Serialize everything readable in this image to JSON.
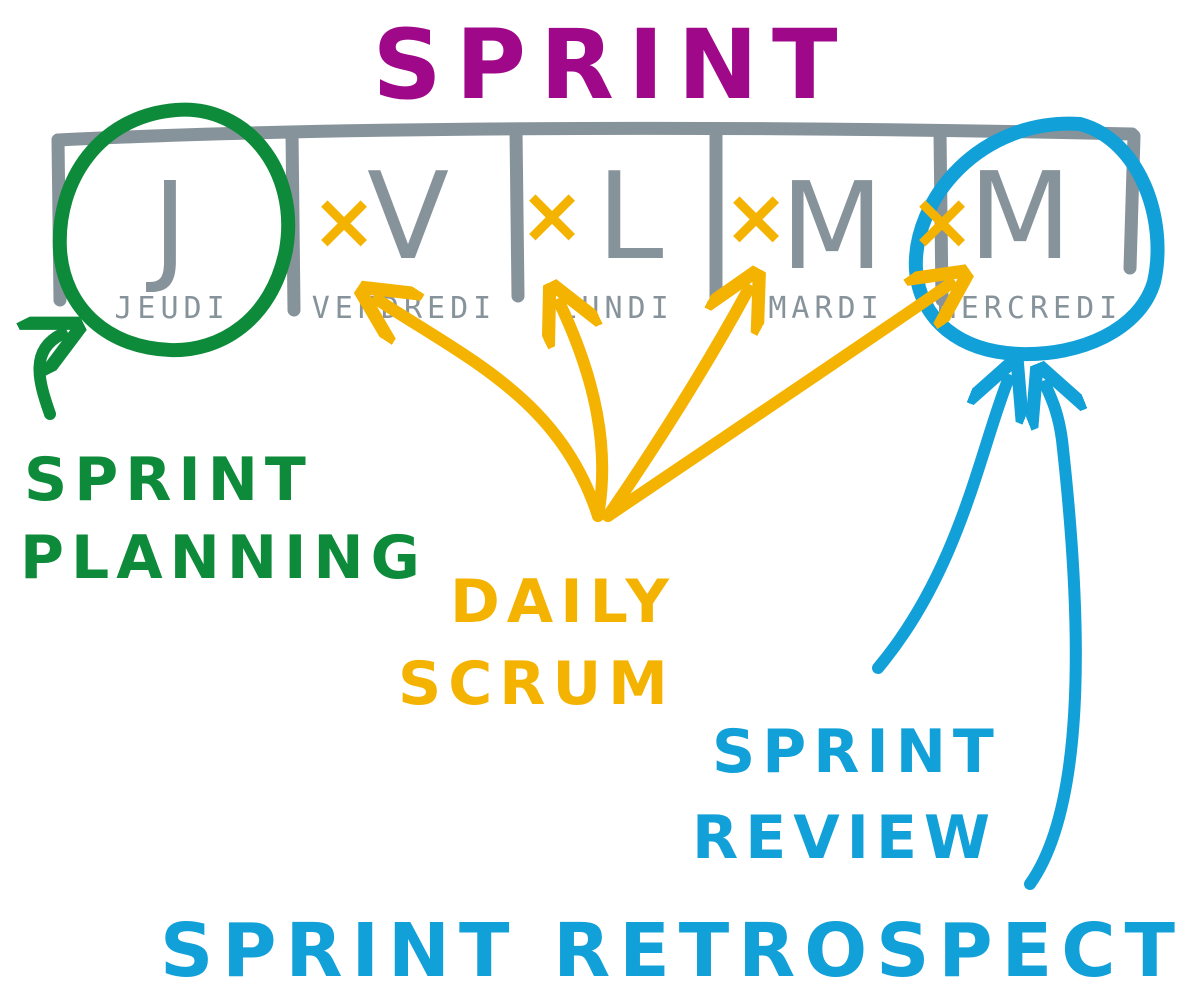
{
  "title": "SPRINT",
  "days": [
    {
      "letter": "J",
      "name": "JEUDI"
    },
    {
      "letter": "V",
      "name": "VENDREDI"
    },
    {
      "letter": "L",
      "name": "LUNDI"
    },
    {
      "letter": "M",
      "name": "MARDI"
    },
    {
      "letter": "M",
      "name": "MERCREDI"
    }
  ],
  "daily_mark": "×",
  "labels": {
    "planning_line1": "SPRINT",
    "planning_line2": "PLANNING",
    "daily_line1": "DAILY",
    "daily_line2": "SCRUM",
    "review_line1": "SPRINT",
    "review_line2": "REVIEW",
    "retrospective": "SPRINT RETROSPECTIVE"
  },
  "colors": {
    "title": "#a0088a",
    "timeline": "#87939b",
    "planning": "#0d8a3a",
    "daily": "#f5b301",
    "review": "#11a0d8"
  }
}
